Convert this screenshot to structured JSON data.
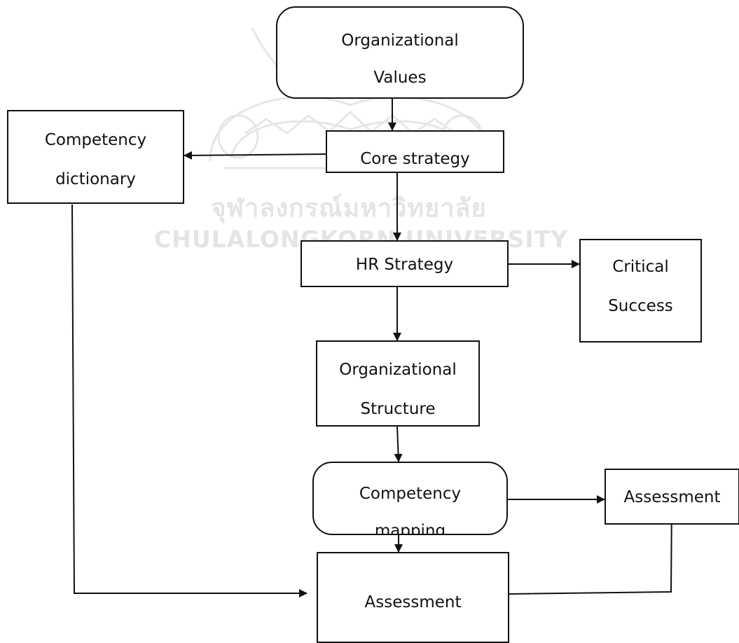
{
  "watermark": {
    "line1": "จุฬาลงกรณ์มหาวิทยาลัย",
    "line2": "CHULALONGKORN UNIVERSITY"
  },
  "nodes": {
    "organizational_values": {
      "line1": "Organizational",
      "line2": "Values"
    },
    "competency_dictionary": {
      "line1": "Competency",
      "line2": "dictionary"
    },
    "core_strategy": {
      "line1": "Core strategy"
    },
    "hr_strategy": {
      "line1": "HR Strategy"
    },
    "critical_success": {
      "line1": "Critical",
      "line2": "Success"
    },
    "organizational_structure": {
      "line1": "Organizational",
      "line2": "Structure"
    },
    "competency_mapping": {
      "line1": "Competency",
      "line2": "mapping"
    },
    "assessment_right": {
      "line1": "Assessment"
    },
    "assessment_bottom": {
      "line1": "Assessment"
    }
  },
  "colors": {
    "stroke": "#111111",
    "watermark": "#e4e4e4",
    "background": "#ffffff"
  }
}
